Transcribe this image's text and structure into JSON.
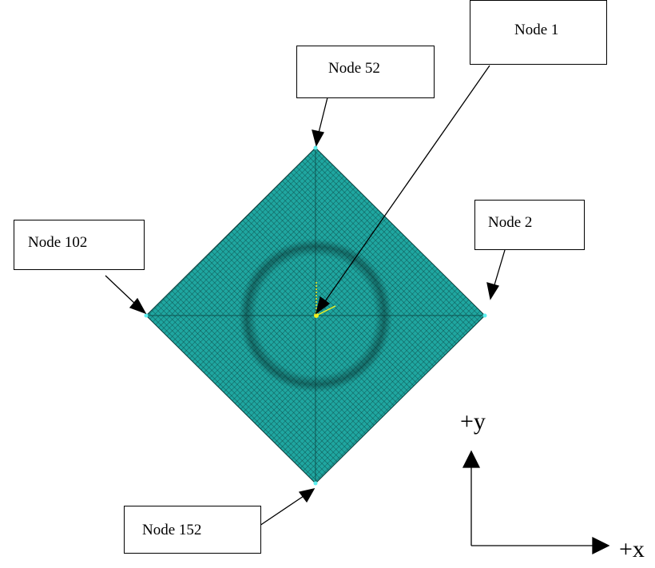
{
  "labels": {
    "node_1": "Node 1",
    "node_52": "Node 52",
    "node_2": "Node 2",
    "node_102": "Node 102",
    "node_152": "Node 152"
  },
  "axes": {
    "y_label": "+y",
    "x_label": "+x"
  },
  "colors": {
    "mesh_fill": "#1fa6a0",
    "mesh_line": "#0b3d3b",
    "node_marker": "#5ff0f0",
    "origin_marker": "#f0f020"
  }
}
